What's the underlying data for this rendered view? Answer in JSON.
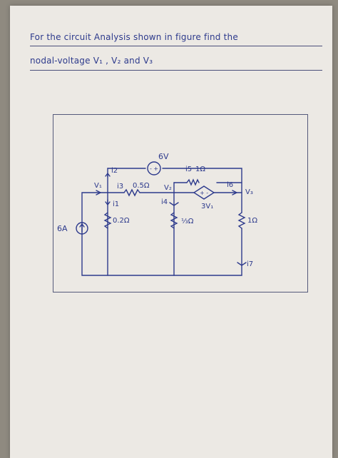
{
  "question": {
    "line1": "For the circuit Analysis shown in figure find the",
    "line2": "nodal-voltage V₁ , V₂  and V₃"
  },
  "circuit": {
    "current_source": "6A",
    "voltage_source": "6V",
    "resistors": {
      "r_02": "0.2Ω",
      "r_05": "0.5Ω",
      "r_1_5": "1Ω",
      "r_third": "⅓Ω",
      "r_1": "1Ω"
    },
    "dependent_source": "3V₁",
    "nodes": {
      "v1": "V₁",
      "v2": "V₂",
      "v3": "V₃"
    },
    "currents": {
      "i1": "i1",
      "i2": "i2",
      "i3": "i3",
      "i4": "i4",
      "i5": "i5",
      "i6": "i6",
      "i7": "i7"
    }
  },
  "colors": {
    "ink": "#2d3a8c",
    "paper": "#ece9e4"
  }
}
